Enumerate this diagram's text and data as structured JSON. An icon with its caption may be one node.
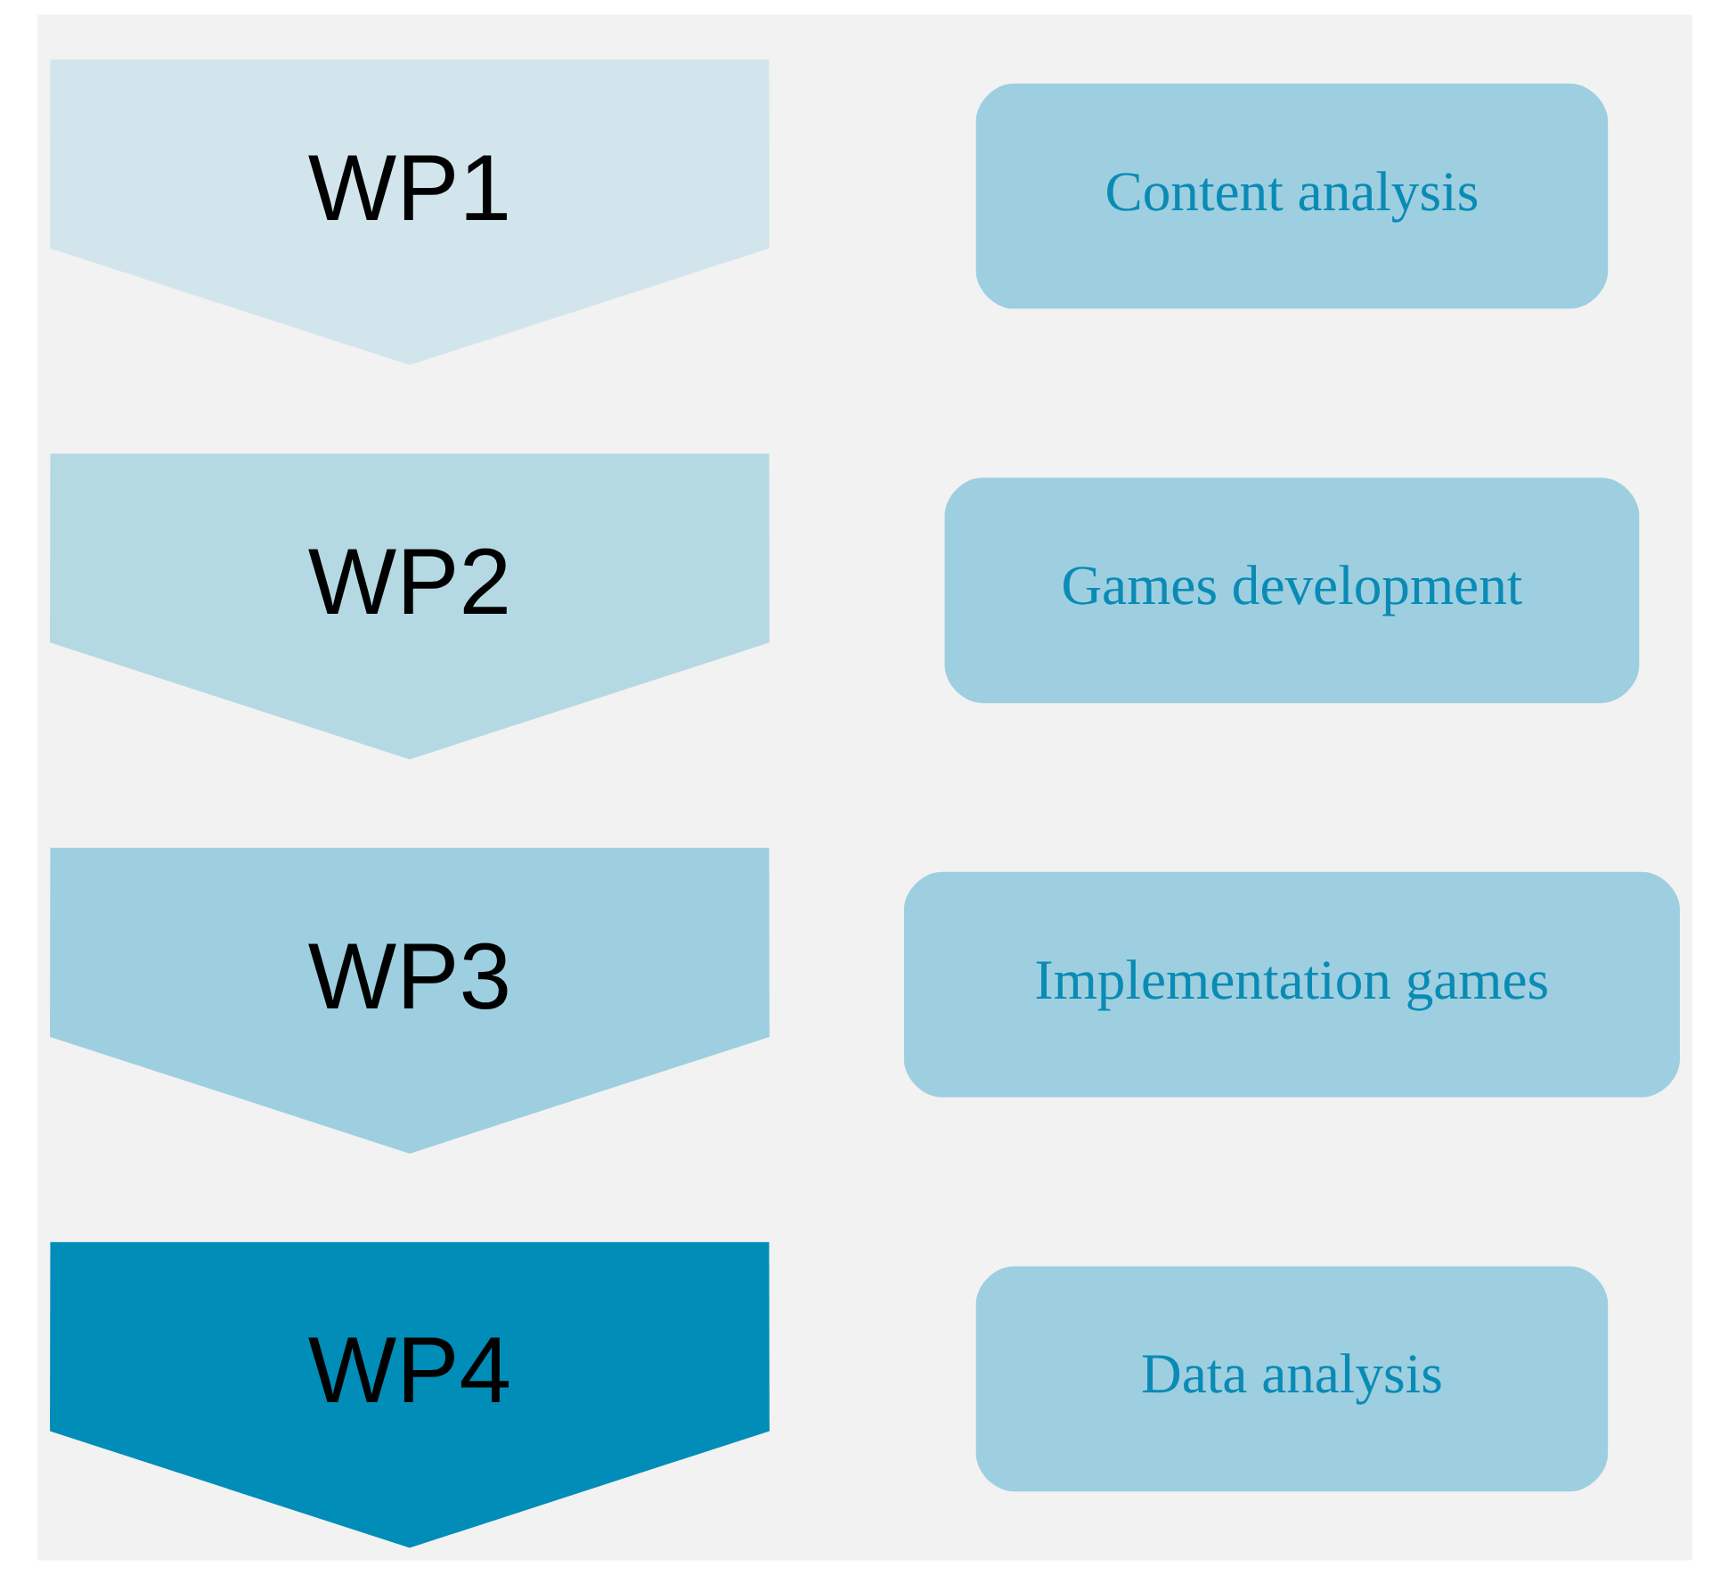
{
  "diagram": {
    "nodes": [
      {
        "text": [
          "WP1"
        ]
      },
      {
        "text": [
          "Content analysis"
        ]
      },
      {
        "text": [
          "WP2"
        ]
      },
      {
        "text": [
          "Games development"
        ]
      },
      {
        "text": [
          "WP3"
        ]
      },
      {
        "text": [
          "Implementation games"
        ]
      },
      {
        "text": [
          "WP4"
        ]
      },
      {
        "text": [
          "Data analysis"
        ]
      }
    ]
  }
}
